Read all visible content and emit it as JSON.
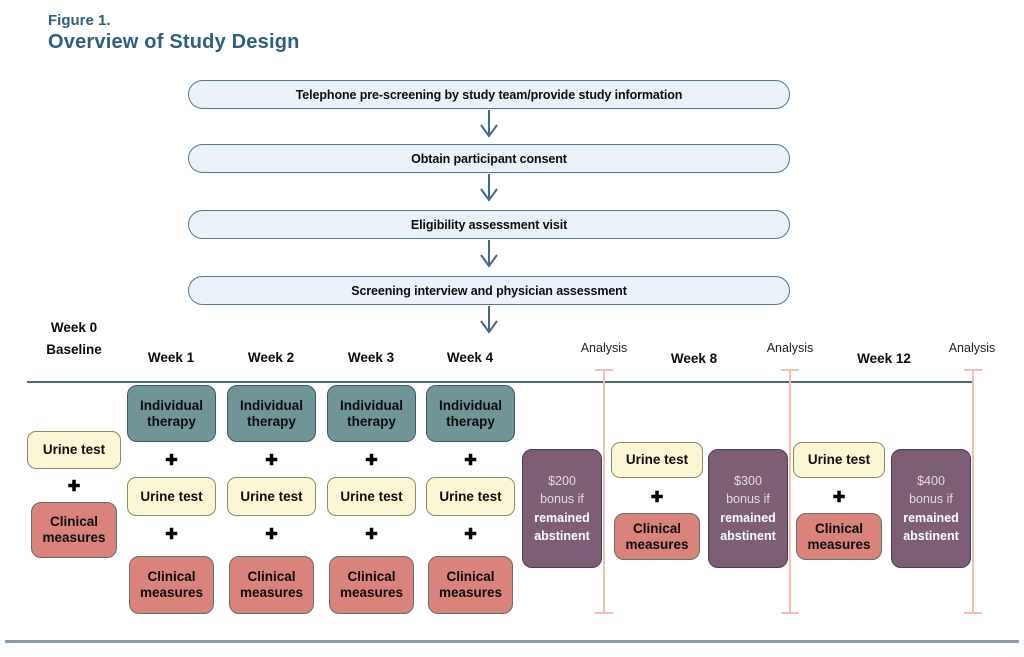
{
  "title": {
    "figure_label": "Figure 1.",
    "heading": "Overview of Study Design"
  },
  "flowchart": {
    "steps": [
      "Telephone pre-screening by study team/provide study information",
      "Obtain participant consent",
      "Eligibility assessment visit",
      "Screening interview and physician assessment"
    ]
  },
  "timeline": {
    "week0_line1": "Week 0",
    "week0_line2": "Baseline",
    "week_labels": [
      "Week 1",
      "Week 2",
      "Week 3",
      "Week 4"
    ],
    "analysis_label": "Analysis",
    "week8_label": "Week 8",
    "week12_label": "Week 12"
  },
  "boxes": {
    "therapy_label": "Individual therapy",
    "urine_label": "Urine test",
    "clinical_label": "Clinical measures",
    "plus_symbol": "✚"
  },
  "bonus_boxes": [
    {
      "amount": "$200",
      "condition": "bonus if",
      "emphasis": "remained abstinent"
    },
    {
      "amount": "$300",
      "condition": "bonus if",
      "emphasis": "remained abstinent"
    },
    {
      "amount": "$400",
      "condition": "bonus if",
      "emphasis": "remained abstinent"
    }
  ],
  "colors": {
    "title_text": "#2C5F80",
    "flow_box_fill": "#EAF1F8",
    "flow_box_border": "#54788F",
    "arrow": "#44688C",
    "therapy_fill": "#6F9598",
    "urine_fill": "#FBF7D5",
    "clinical_fill": "#D9837B",
    "bonus_fill": "#7D5E74",
    "analysis_line": "#F6BFAC",
    "timeline_rail": "#4E6B7A",
    "bottom_rule": "#8A9BB0"
  }
}
